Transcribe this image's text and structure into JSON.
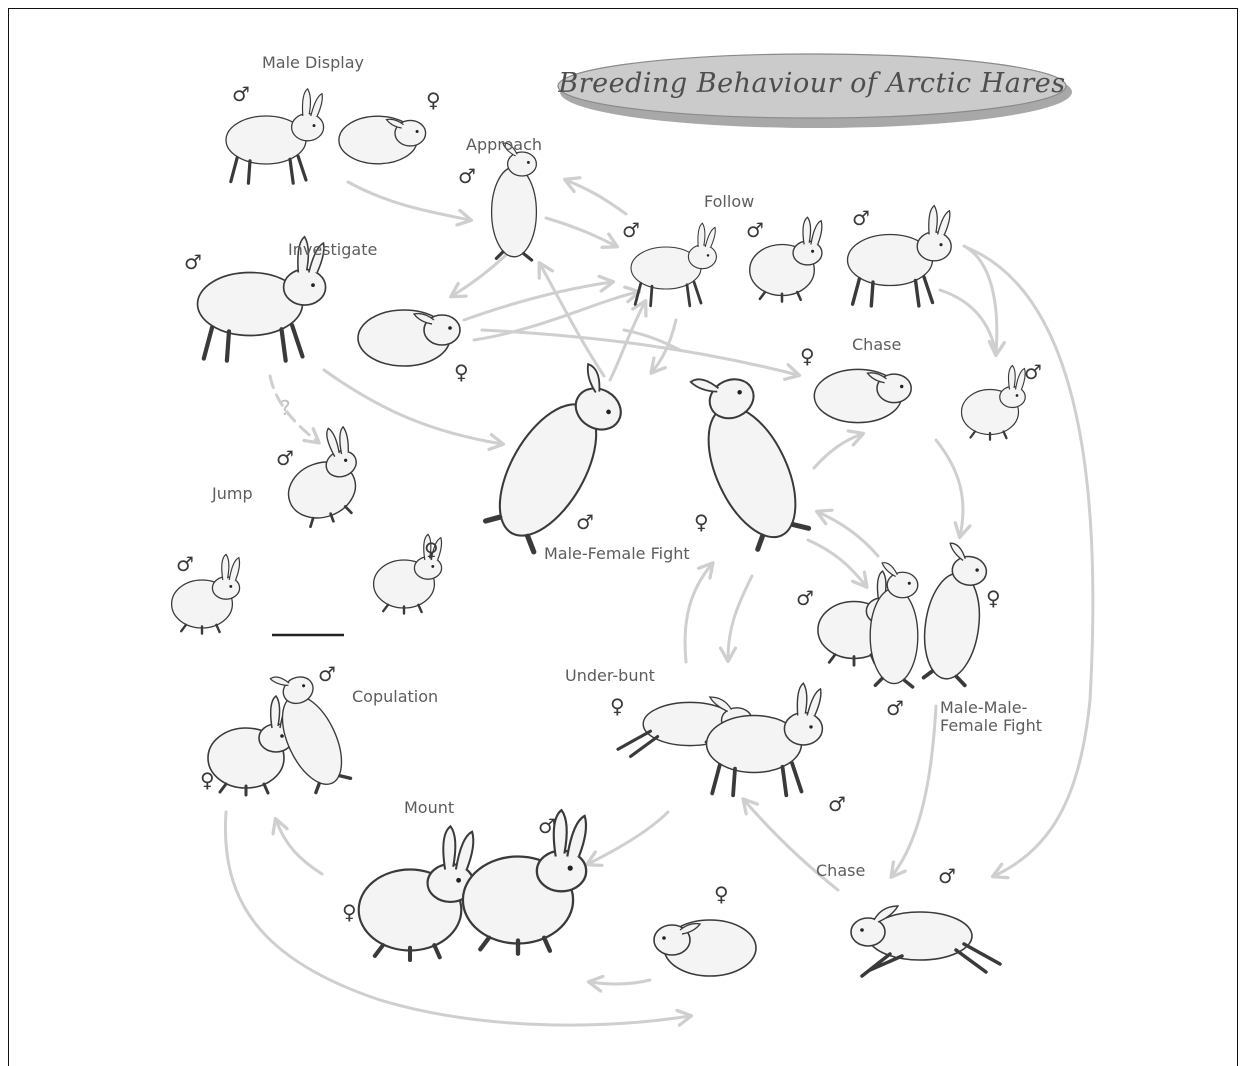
{
  "title": "Breeding Behaviour of Arctic Hares",
  "colors": {
    "arrow": "#cfcfcf",
    "ink": "#3a3a3a",
    "label": "#5d5d5d",
    "fur": "#f4f4f4",
    "title_pill": "#c9c9c9"
  },
  "symbols": {
    "male": "♂",
    "female": "♀",
    "uncertain": "?"
  },
  "labels": {
    "male_display": "Male Display",
    "approach": "Approach",
    "follow": "Follow",
    "investigate": "Investigate",
    "chase_top": "Chase",
    "jump": "Jump",
    "male_female_fight": "Male-Female Fight",
    "male_male_female_fight_1": "Male-Male-",
    "male_male_female_fight_2": "Female Fight",
    "under_bunt": "Under-bunt",
    "copulation": "Copulation",
    "mount": "Mount",
    "chase_bottom": "Chase"
  }
}
